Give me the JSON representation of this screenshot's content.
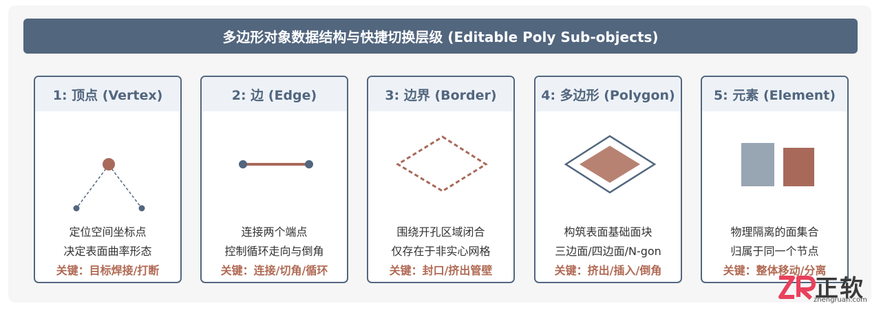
{
  "title": "多边形对象数据结构与快捷切换层级 (Editable Poly Sub-objects)",
  "cards": [
    {
      "heading": "1: 顶点 (Vertex)",
      "illustration": "vertex-icon",
      "line1": "定位空间坐标点",
      "line2": "决定表面曲率形态",
      "key": "关键：目标焊接/打断"
    },
    {
      "heading": "2: 边 (Edge)",
      "illustration": "edge-icon",
      "line1": "连接两个端点",
      "line2": "控制循环走向与倒角",
      "key": "关键：连接/切角/循环"
    },
    {
      "heading": "3: 边界 (Border)",
      "illustration": "border-icon",
      "line1": "围绕开孔区域闭合",
      "line2": "仅存在于非实心网格",
      "key": "关键：封口/挤出管壁"
    },
    {
      "heading": "4: 多边形 (Polygon)",
      "illustration": "polygon-icon",
      "line1": "构筑表面基础面块",
      "line2": "三边面/四边面/N-gon",
      "key": "关键：挤出/插入/倒角"
    },
    {
      "heading": "5: 元素 (Element)",
      "illustration": "element-icon",
      "line1": "物理隔离的面集合",
      "line2": "归属于同一个节点",
      "key": "关键：整体移动/分离"
    }
  ],
  "watermark": {
    "brand": "正软",
    "url": "zhengruan.com"
  },
  "colors": {
    "header_bg": "#52667e",
    "card_border": "#52667e",
    "card_head_bg": "#eef2f7",
    "accent": "#b06a54",
    "polygon_fill": "#b88272",
    "element_gray": "#98a5b2",
    "element_brown": "#a8695a"
  }
}
